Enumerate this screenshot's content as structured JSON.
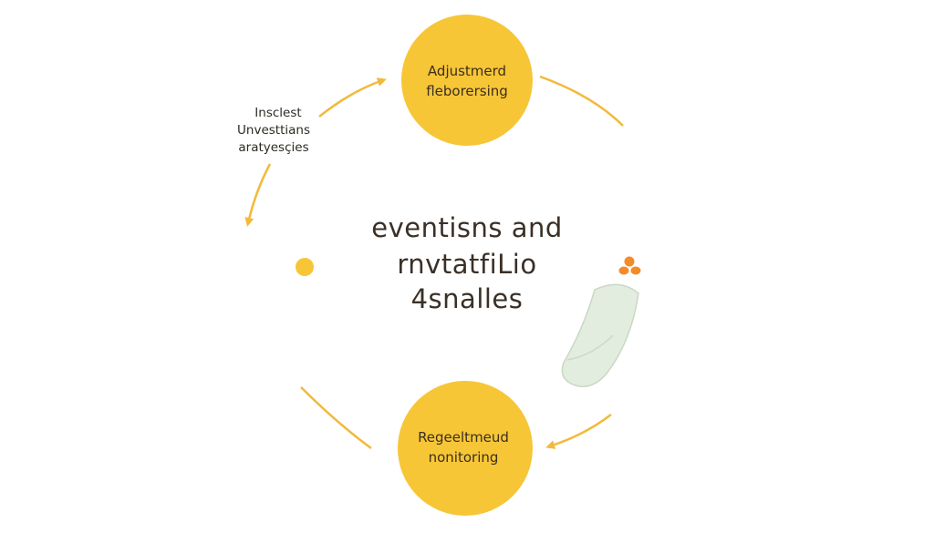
{
  "colors": {
    "node": "#F7C637",
    "arrow": "#F2B93A",
    "accent": "#F28C28",
    "leaf": "#E3EDDF",
    "text": "#3a3026"
  },
  "nodes": {
    "top": {
      "line1": "Adjustmerd",
      "line2": "fleborersing"
    },
    "bottom": {
      "line1": "Regeeltmeud",
      "line2": "nonitoring"
    }
  },
  "side_label": {
    "line1": "Insclest",
    "line2": "Unvesttians",
    "line3": "aratyesçies"
  },
  "center": {
    "line1": "eventisns and",
    "line2": "rnvtatfiLio",
    "line3": "4snalles"
  }
}
